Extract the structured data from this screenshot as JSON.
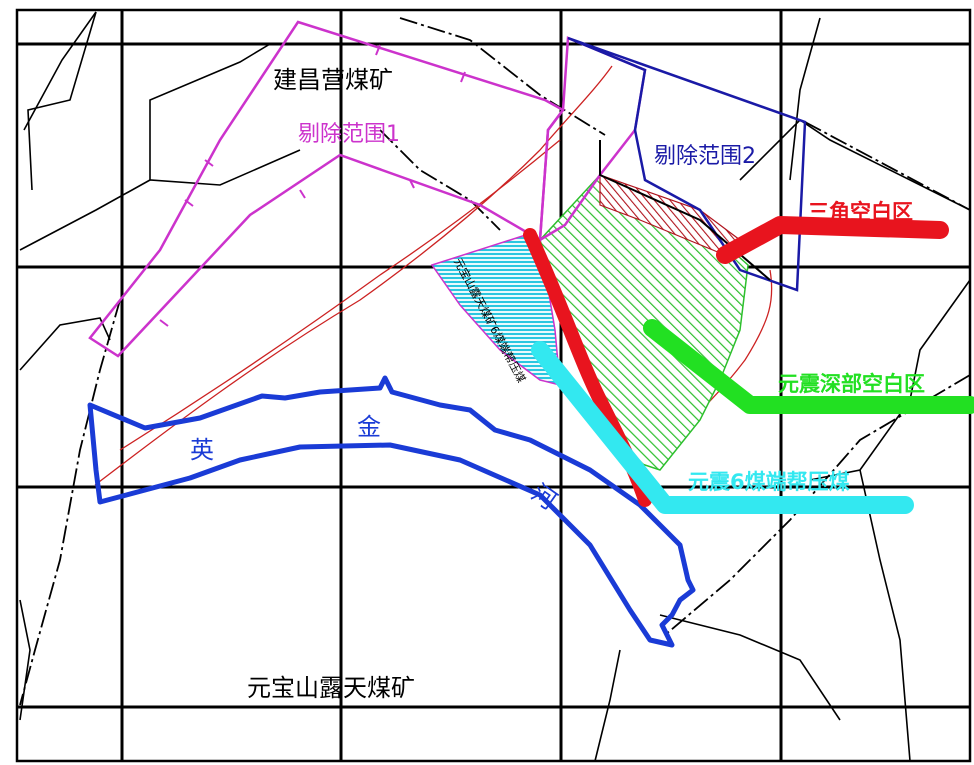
{
  "labels": {
    "mine_north": "建昌营煤矿",
    "mine_south": "元宝山露天煤矿",
    "exclude_1": "剔除范围1",
    "exclude_2": "剔除范围2",
    "triangle_blank": "三角空白区",
    "deep_blank": "元震深部空白区",
    "coal_6": "元震6煤端帮压煤",
    "river_1": "英",
    "river_2": "金",
    "river_3": "河",
    "cyan_note": "元宝山露天煤矿6煤端帮压煤"
  },
  "colors": {
    "frame": "#000000",
    "exclude_1": "#cc33cc",
    "exclude_2": "#1a1aa6",
    "river": "#1a3bd6",
    "triangle_blank": "#e8141e",
    "deep_blank": "#22e022",
    "coal_6": "#33e8f0",
    "hatch_green": "#2dbf2d",
    "hatch_red": "#b0141e",
    "fault": "#cc2222"
  }
}
